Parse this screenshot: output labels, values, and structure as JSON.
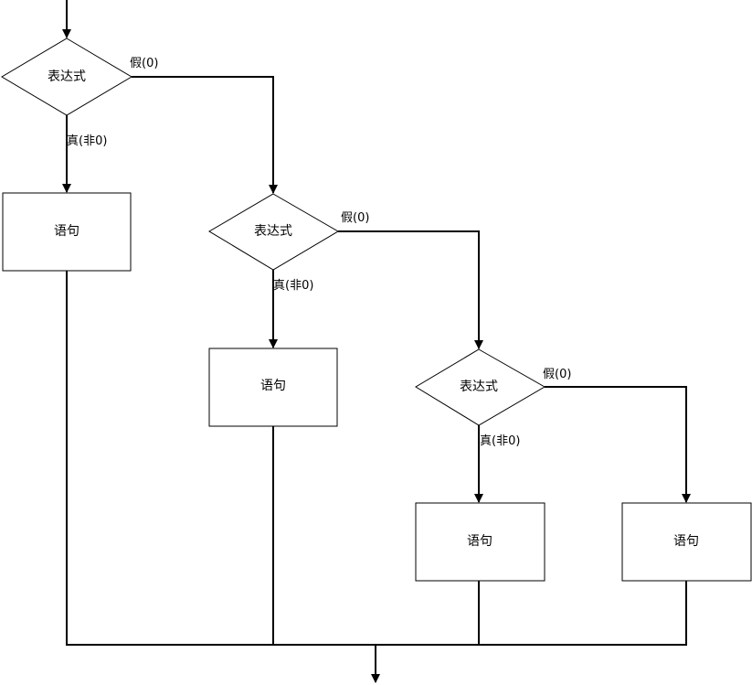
{
  "diagram": {
    "decisions": [
      {
        "label": "表达式",
        "false_label": "假(0)",
        "true_label": "真(非0)"
      },
      {
        "label": "表达式",
        "false_label": "假(0)",
        "true_label": "真(非0)"
      },
      {
        "label": "表达式",
        "false_label": "假(0)",
        "true_label": "真(非0)"
      }
    ],
    "statements": [
      {
        "label": "语句"
      },
      {
        "label": "语句"
      },
      {
        "label": "语句"
      },
      {
        "label": "语句"
      }
    ],
    "colors": {
      "stroke": "#000000",
      "fill": "#ffffff",
      "text": "#000000"
    }
  }
}
